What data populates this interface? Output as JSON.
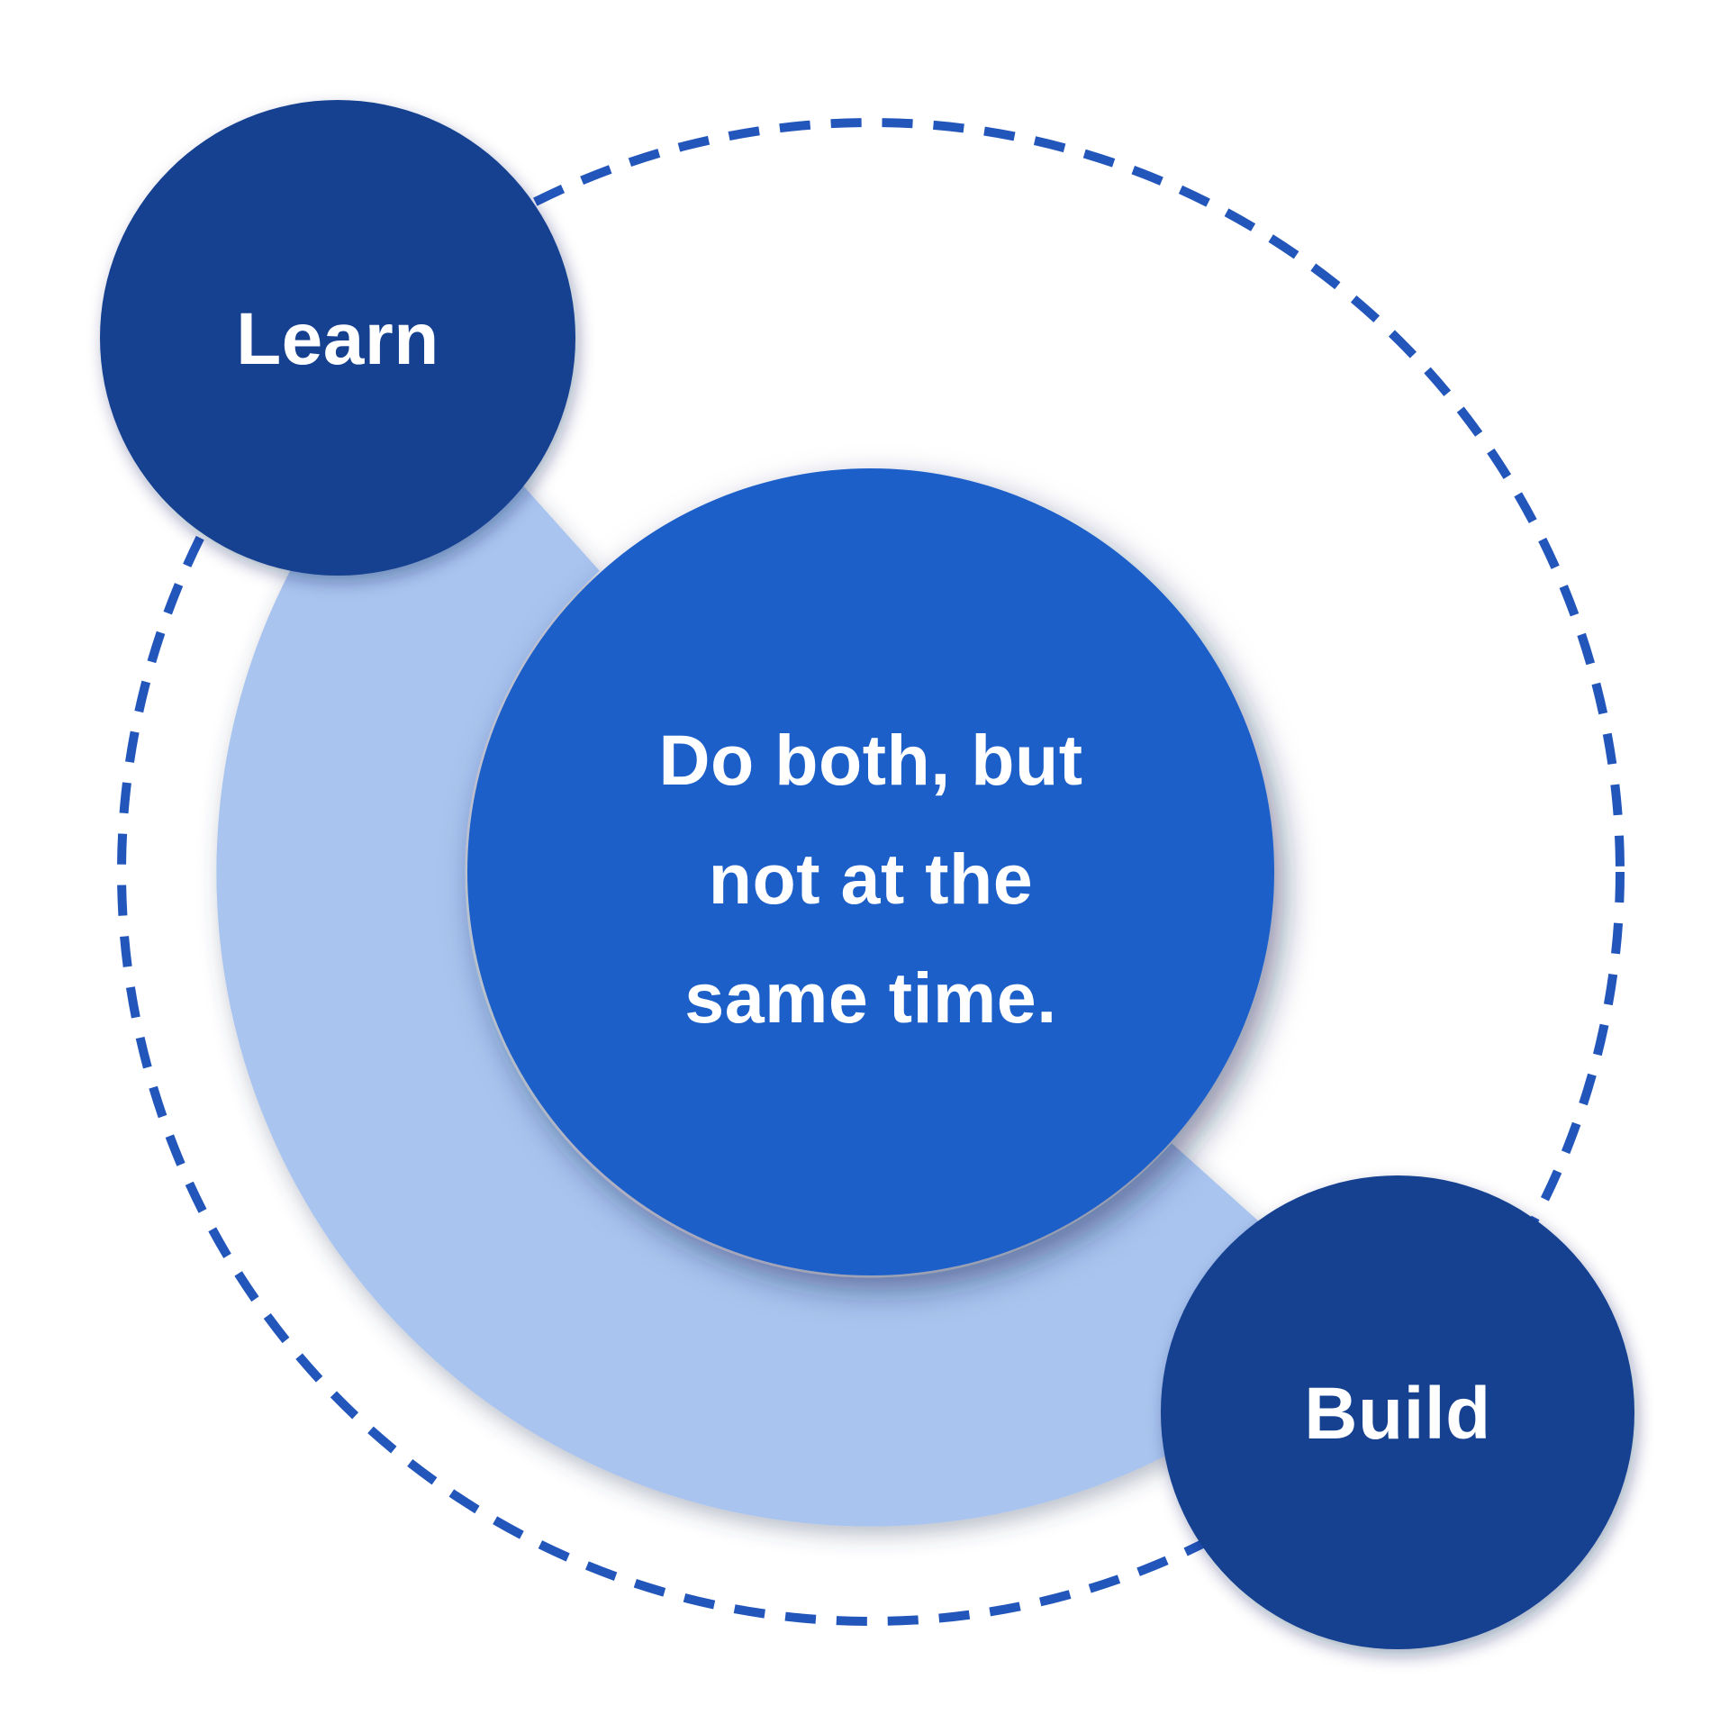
{
  "diagram": {
    "title": "learn-build-cycle-diagram",
    "center_circle": {
      "label_lines": [
        "Do both, but",
        "not at the",
        "same time."
      ]
    },
    "learn_circle": {
      "label": "Learn"
    },
    "build_circle": {
      "label": "Build"
    }
  },
  "colors": {
    "dark_navy": "#123F90",
    "bright_blue": "#1D5FC8",
    "light_band_blue": "#A9C4EF",
    "dash_blue": "#2356BB",
    "label_text": "#FFFFFF",
    "background": "#FFFFFF"
  }
}
